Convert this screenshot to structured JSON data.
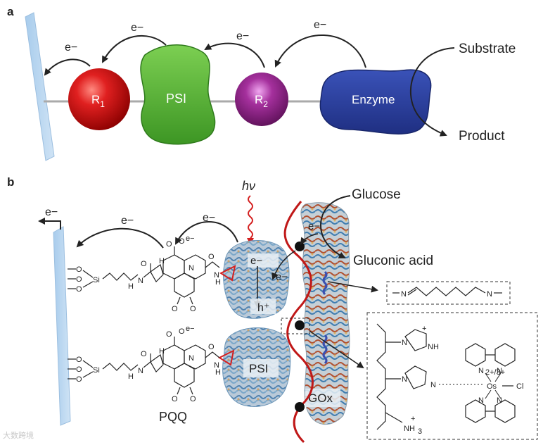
{
  "panel_a": {
    "label": "a",
    "electron": "e−",
    "r1": "R",
    "r1_sub": "1",
    "psi": "PSI",
    "r2": "R",
    "r2_sub": "2",
    "enzyme": "Enzyme",
    "substrate": "Substrate",
    "product": "Product"
  },
  "panel_b": {
    "label": "b",
    "electron": "e−",
    "hv": "hν",
    "glucose": "Glucose",
    "gluconic_acid": "Gluconic acid",
    "psi": "PSI",
    "gox": "GOx",
    "pqq": "PQQ",
    "hole": "h⁺",
    "si": "Si",
    "o": "O",
    "n": "N",
    "nh": "NH",
    "h": "H",
    "plus": "+",
    "nh3": "NH",
    "nh3_sub": "3",
    "os": "Os",
    "os_charge": "2+/3+",
    "cl": "Cl"
  },
  "watermark": "大数跨境"
}
